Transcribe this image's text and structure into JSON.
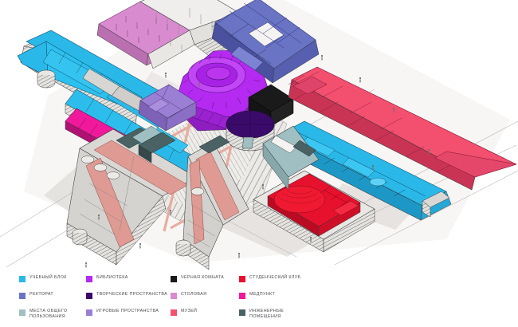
{
  "drawing": {
    "type": "architectural-axonometric-masterplan",
    "background": "#ffffff",
    "ground_color": "#f2f1ef",
    "shadow_color": "#d8d7d4",
    "line_color": "#3a3a3a",
    "paving_hatch_color": "#9a9a98",
    "path_color": "#e8a99c",
    "neutral_roof_color": "#d9d8d4",
    "white_block_color": "#efeeec"
  },
  "legend": {
    "columns": [
      {
        "id": "col-1",
        "items": [
          {
            "label": "УЧЕБНЫЙ БЛОК",
            "color": "#29b8e8",
            "key": "uchebny-blok"
          },
          {
            "label": "РЕКТОРАТ",
            "color": "#6a74c4",
            "key": "rektorat"
          },
          {
            "label": "МЕСТА ОБЩЕГО\nПОЛЬЗОВАНИЯ",
            "color": "#9fbfc2",
            "key": "mesta-obshchego-polzovaniya"
          }
        ]
      },
      {
        "id": "col-2",
        "items": [
          {
            "label": "БИБЛИОТЕКА",
            "color": "#b42af0",
            "key": "biblioteka"
          },
          {
            "label": "ТВОРЧЕСКИЕ ПРОСТРАНСТВА",
            "color": "#3b0b6b",
            "key": "tvorcheskie-prostranstva"
          },
          {
            "label": "ИГРОВЫЕ ПРОСТРАНСТВА",
            "color": "#9b7fd4",
            "key": "igrovye-prostranstva"
          }
        ]
      },
      {
        "id": "col-3",
        "items": [
          {
            "label": "ЧЕРНАЯ КОМНАТА",
            "color": "#1a1a1a",
            "key": "chernaya-komnata"
          },
          {
            "label": "СТОЛОВАЯ",
            "color": "#d98bcf",
            "key": "stolovaya"
          },
          {
            "label": "МУЗЕЙ",
            "color": "#f2506e",
            "key": "muzey"
          }
        ]
      },
      {
        "id": "col-4",
        "items": [
          {
            "label": "СТУДЕНЧЕСКИЙ КЛУБ",
            "color": "#e8112d",
            "key": "studencheskiy-klub"
          },
          {
            "label": "МЕДПУНКТ",
            "color": "#f0189b",
            "key": "medpunkt"
          },
          {
            "label": "ИНЖЕНЕРНЫЕ\nПОМЕЩЕНИЯ",
            "color": "#4a6264",
            "key": "inzhenernye-pomeshcheniya"
          }
        ]
      }
    ]
  },
  "model_volumes": [
    {
      "name": "educational-block-northwest",
      "category": "УЧЕБНЫЙ БЛОК",
      "color": "#29b8e8"
    },
    {
      "name": "educational-block-east",
      "category": "УЧЕБНЫЙ БЛОК",
      "color": "#29b8e8"
    },
    {
      "name": "library-amphitheatre",
      "category": "БИБЛИОТЕКА",
      "color": "#b42af0"
    },
    {
      "name": "rectorate-block",
      "category": "РЕКТОРАТ",
      "color": "#6a74c4"
    },
    {
      "name": "creative-space-rotunda",
      "category": "ТВОРЧЕСКИЕ ПРОСТРАНСТВА",
      "color": "#3b0b6b"
    },
    {
      "name": "game-spaces-cluster",
      "category": "ИГРОВЫЕ ПРОСТРАНСТВА",
      "color": "#9b7fd4"
    },
    {
      "name": "black-room-cube",
      "category": "ЧЕРНАЯ КОМНАТА",
      "color": "#1a1a1a"
    },
    {
      "name": "canteen-hall-north",
      "category": "СТОЛОВАЯ",
      "color": "#d98bcf"
    },
    {
      "name": "canteen-strip-southwest",
      "category": "СТОЛОВАЯ",
      "color": "#e09a94"
    },
    {
      "name": "museum-wedge",
      "category": "МУЗЕЙ",
      "color": "#f2506e"
    },
    {
      "name": "student-club-arena",
      "category": "СТУДЕНЧЕСКИЙ КЛУБ",
      "color": "#e8112d"
    },
    {
      "name": "medical-point-strip",
      "category": "МЕДПУНКТ",
      "color": "#f0189b"
    },
    {
      "name": "engineering-rooms",
      "category": "ИНЖЕНЕРНЫЕ ПОМЕЩЕНИЯ",
      "color": "#4a6264"
    },
    {
      "name": "common-areas-wings",
      "category": "МЕСТА ОБЩЕГО ПОЛЬЗОВАНИЯ",
      "color": "#9fbfc2"
    }
  ]
}
